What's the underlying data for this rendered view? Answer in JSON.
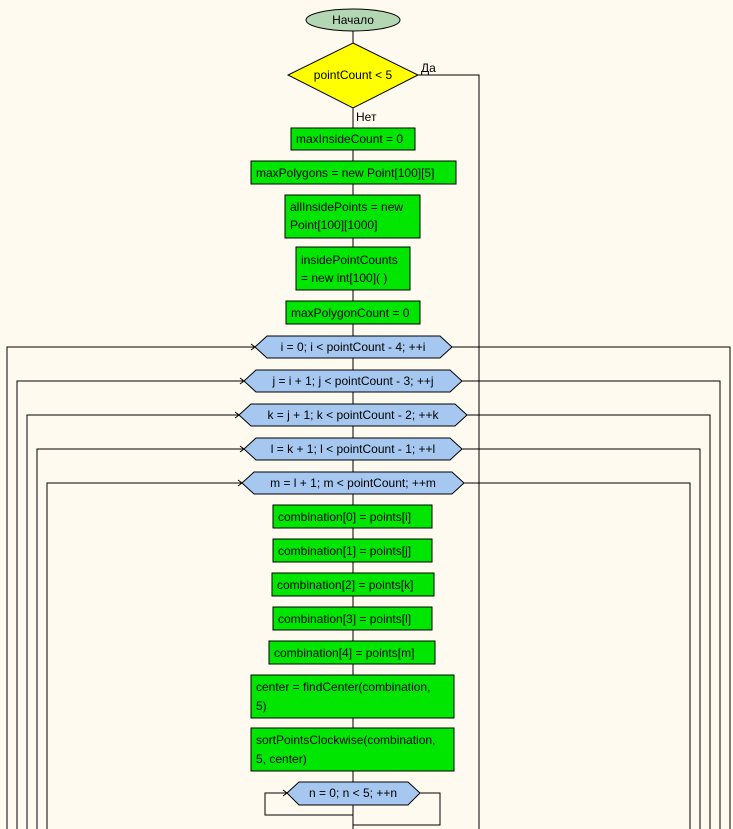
{
  "start": {
    "label": "Начало"
  },
  "condition": {
    "label": "pointCount < 5",
    "yes_label": "Да",
    "no_label": "Нет"
  },
  "blocks": [
    {
      "lines": [
        "maxInsideCount = 0"
      ]
    },
    {
      "lines": [
        "maxPolygons = new Point[100][5]"
      ]
    },
    {
      "lines": [
        "allInsidePoints = new",
        "Point[100][1000]"
      ]
    },
    {
      "lines": [
        "insidePointCounts",
        "= new int[100]( )"
      ]
    },
    {
      "lines": [
        "maxPolygonCount = 0"
      ]
    }
  ],
  "loops": [
    {
      "label": "i = 0; i < pointCount - 4; ++i"
    },
    {
      "label": "j = i + 1; j < pointCount - 3; ++j"
    },
    {
      "label": "k = j + 1; k < pointCount - 2; ++k"
    },
    {
      "label": "l = k + 1; l < pointCount - 1; ++l"
    },
    {
      "label": "m = l + 1; m < pointCount; ++m"
    }
  ],
  "inner_blocks": [
    {
      "lines": [
        "combination[0] = points[i]"
      ]
    },
    {
      "lines": [
        "combination[1] = points[j]"
      ]
    },
    {
      "lines": [
        "combination[2] = points[k]"
      ]
    },
    {
      "lines": [
        "combination[3] = points[l]"
      ]
    },
    {
      "lines": [
        "combination[4] = points[m]"
      ]
    },
    {
      "lines": [
        "center = findCenter(combination,",
        "5)"
      ]
    },
    {
      "lines": [
        "sortPointsClockwise(combination,",
        "5, center)"
      ]
    }
  ],
  "inner_loop": {
    "label": "n = 0; n < 5; ++n"
  },
  "colors": {
    "background": "#fefaef",
    "terminator": "#b3d7b3",
    "decision": "#ffff00",
    "process": "#00e600",
    "loop": "#a6c8f0",
    "line": "#000000"
  }
}
